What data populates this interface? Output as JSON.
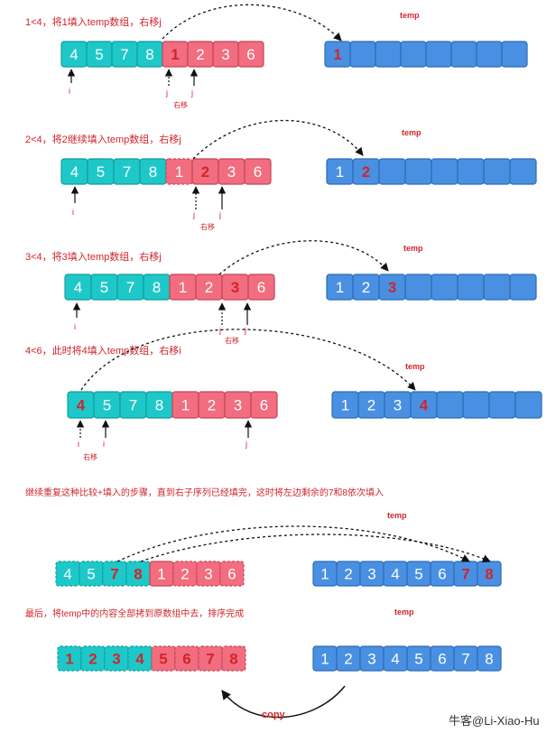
{
  "colors": {
    "teal": "#1ec8c8",
    "teal_stroke": "#119c9c",
    "pink": "#f26d7f",
    "pink_stroke": "#c54556",
    "blue": "#4a90e2",
    "blue_stroke": "#2c6bb6",
    "red_text": "#d0252b",
    "white_text": "#ffffff"
  },
  "labels": {
    "step1": "1<4，将1填入temp数组，右移j",
    "step2": "2<4，将2继续填入temp数组，右移j",
    "step3": "3<4，将3填入temp数组，右移j",
    "step4": "4<6，此时将4填入temp数组，右移i",
    "step5": "继续重复这种比较+填入的步骤，直到右子序列已经填完，这时将左边剩余的7和8依次填入",
    "step6": "最后，将temp中的内容全部拷到原数组中去，排序完成",
    "temp": "temp",
    "i": "i",
    "j": "j",
    "shift": "右移",
    "copy": "copy",
    "watermark": "牛客@Li-Xiao-Hu"
  },
  "rows": [
    {
      "id": "row1",
      "orig": [
        {
          "v": "4",
          "c": "teal",
          "t": "white_text",
          "b": "solid"
        },
        {
          "v": "5",
          "c": "teal",
          "t": "white_text",
          "b": "solid"
        },
        {
          "v": "7",
          "c": "teal",
          "t": "white_text",
          "b": "solid"
        },
        {
          "v": "8",
          "c": "teal",
          "t": "white_text",
          "b": "solid"
        },
        {
          "v": "1",
          "c": "pink",
          "t": "red_text",
          "b": "solid"
        },
        {
          "v": "2",
          "c": "pink",
          "t": "white_text",
          "b": "solid"
        },
        {
          "v": "3",
          "c": "pink",
          "t": "white_text",
          "b": "solid"
        },
        {
          "v": "6",
          "c": "pink",
          "t": "white_text",
          "b": "solid"
        }
      ],
      "temp": [
        {
          "v": "1",
          "t": "red_text"
        },
        {
          "v": "",
          "t": "white_text"
        },
        {
          "v": "",
          "t": "white_text"
        },
        {
          "v": "",
          "t": "white_text"
        },
        {
          "v": "",
          "t": "white_text"
        },
        {
          "v": "",
          "t": "white_text"
        },
        {
          "v": "",
          "t": "white_text"
        },
        {
          "v": "",
          "t": "white_text"
        }
      ]
    },
    {
      "id": "row2",
      "orig": [
        {
          "v": "4",
          "c": "teal",
          "t": "white_text",
          "b": "solid"
        },
        {
          "v": "5",
          "c": "teal",
          "t": "white_text",
          "b": "solid"
        },
        {
          "v": "7",
          "c": "teal",
          "t": "white_text",
          "b": "solid"
        },
        {
          "v": "8",
          "c": "teal",
          "t": "white_text",
          "b": "solid"
        },
        {
          "v": "1",
          "c": "pink",
          "t": "white_text",
          "b": "dashed"
        },
        {
          "v": "2",
          "c": "pink",
          "t": "red_text",
          "b": "solid"
        },
        {
          "v": "3",
          "c": "pink",
          "t": "white_text",
          "b": "solid"
        },
        {
          "v": "6",
          "c": "pink",
          "t": "white_text",
          "b": "solid"
        }
      ],
      "temp": [
        {
          "v": "1",
          "t": "white_text"
        },
        {
          "v": "2",
          "t": "red_text"
        },
        {
          "v": "",
          "t": "white_text"
        },
        {
          "v": "",
          "t": "white_text"
        },
        {
          "v": "",
          "t": "white_text"
        },
        {
          "v": "",
          "t": "white_text"
        },
        {
          "v": "",
          "t": "white_text"
        },
        {
          "v": "",
          "t": "white_text"
        }
      ]
    },
    {
      "id": "row3",
      "orig": [
        {
          "v": "4",
          "c": "teal",
          "t": "white_text",
          "b": "solid"
        },
        {
          "v": "5",
          "c": "teal",
          "t": "white_text",
          "b": "solid"
        },
        {
          "v": "7",
          "c": "teal",
          "t": "white_text",
          "b": "solid"
        },
        {
          "v": "8",
          "c": "teal",
          "t": "white_text",
          "b": "solid"
        },
        {
          "v": "1",
          "c": "pink",
          "t": "white_text",
          "b": "solid"
        },
        {
          "v": "2",
          "c": "pink",
          "t": "white_text",
          "b": "solid"
        },
        {
          "v": "3",
          "c": "pink",
          "t": "red_text",
          "b": "solid"
        },
        {
          "v": "6",
          "c": "pink",
          "t": "white_text",
          "b": "solid"
        }
      ],
      "temp": [
        {
          "v": "1",
          "t": "white_text"
        },
        {
          "v": "2",
          "t": "white_text"
        },
        {
          "v": "3",
          "t": "red_text"
        },
        {
          "v": "",
          "t": "white_text"
        },
        {
          "v": "",
          "t": "white_text"
        },
        {
          "v": "",
          "t": "white_text"
        },
        {
          "v": "",
          "t": "white_text"
        },
        {
          "v": "",
          "t": "white_text"
        }
      ]
    },
    {
      "id": "row4",
      "orig": [
        {
          "v": "4",
          "c": "teal",
          "t": "red_text",
          "b": "solid"
        },
        {
          "v": "5",
          "c": "teal",
          "t": "white_text",
          "b": "solid"
        },
        {
          "v": "7",
          "c": "teal",
          "t": "white_text",
          "b": "solid"
        },
        {
          "v": "8",
          "c": "teal",
          "t": "white_text",
          "b": "solid"
        },
        {
          "v": "1",
          "c": "pink",
          "t": "white_text",
          "b": "solid"
        },
        {
          "v": "2",
          "c": "pink",
          "t": "white_text",
          "b": "solid"
        },
        {
          "v": "3",
          "c": "pink",
          "t": "white_text",
          "b": "solid"
        },
        {
          "v": "6",
          "c": "pink",
          "t": "white_text",
          "b": "solid"
        }
      ],
      "temp": [
        {
          "v": "1",
          "t": "white_text"
        },
        {
          "v": "2",
          "t": "white_text"
        },
        {
          "v": "3",
          "t": "white_text"
        },
        {
          "v": "4",
          "t": "red_text"
        },
        {
          "v": "",
          "t": "white_text"
        },
        {
          "v": "",
          "t": "white_text"
        },
        {
          "v": "",
          "t": "white_text"
        },
        {
          "v": "",
          "t": "white_text"
        }
      ]
    },
    {
      "id": "row5",
      "orig": [
        {
          "v": "4",
          "c": "teal",
          "t": "white_text",
          "b": "dashed"
        },
        {
          "v": "5",
          "c": "teal",
          "t": "white_text",
          "b": "dashed"
        },
        {
          "v": "7",
          "c": "teal",
          "t": "red_text",
          "b": "dashed"
        },
        {
          "v": "8",
          "c": "teal",
          "t": "red_text",
          "b": "dashed"
        },
        {
          "v": "1",
          "c": "pink",
          "t": "white_text",
          "b": "solid"
        },
        {
          "v": "2",
          "c": "pink",
          "t": "white_text",
          "b": "dashed"
        },
        {
          "v": "3",
          "c": "pink",
          "t": "white_text",
          "b": "dashed"
        },
        {
          "v": "6",
          "c": "pink",
          "t": "white_text",
          "b": "dashed"
        }
      ],
      "temp": [
        {
          "v": "1",
          "t": "white_text"
        },
        {
          "v": "2",
          "t": "white_text"
        },
        {
          "v": "3",
          "t": "white_text"
        },
        {
          "v": "4",
          "t": "white_text"
        },
        {
          "v": "5",
          "t": "white_text"
        },
        {
          "v": "6",
          "t": "white_text"
        },
        {
          "v": "7",
          "t": "red_text"
        },
        {
          "v": "8",
          "t": "red_text"
        }
      ]
    },
    {
      "id": "row6",
      "orig": [
        {
          "v": "1",
          "c": "teal",
          "t": "red_text",
          "b": "dashed"
        },
        {
          "v": "2",
          "c": "teal",
          "t": "red_text",
          "b": "dashed"
        },
        {
          "v": "3",
          "c": "teal",
          "t": "red_text",
          "b": "dashed"
        },
        {
          "v": "4",
          "c": "teal",
          "t": "red_text",
          "b": "dashed"
        },
        {
          "v": "5",
          "c": "pink",
          "t": "red_text",
          "b": "dashed"
        },
        {
          "v": "6",
          "c": "pink",
          "t": "red_text",
          "b": "dashed"
        },
        {
          "v": "7",
          "c": "pink",
          "t": "red_text",
          "b": "dashed"
        },
        {
          "v": "8",
          "c": "pink",
          "t": "red_text",
          "b": "dashed"
        }
      ],
      "temp": [
        {
          "v": "1",
          "t": "white_text"
        },
        {
          "v": "2",
          "t": "white_text"
        },
        {
          "v": "3",
          "t": "white_text"
        },
        {
          "v": "4",
          "t": "white_text"
        },
        {
          "v": "5",
          "t": "white_text"
        },
        {
          "v": "6",
          "t": "white_text"
        },
        {
          "v": "7",
          "t": "white_text"
        },
        {
          "v": "8",
          "t": "white_text"
        }
      ]
    }
  ]
}
